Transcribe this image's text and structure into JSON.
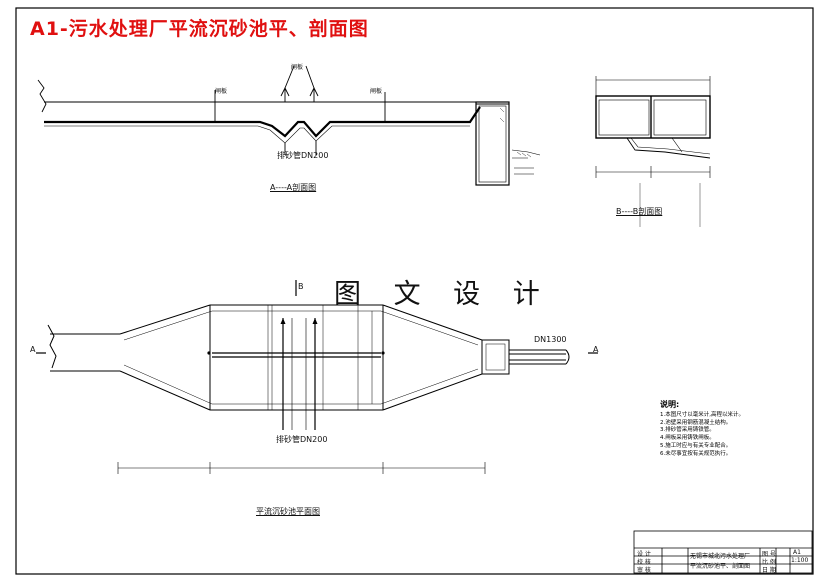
{
  "title": "A1-污水处理厂平流沉砂池平、剖面图",
  "watermark": "图 文 设 计",
  "section_aa": {
    "caption": "A----A剖面图",
    "label_gate_left": "闸板",
    "label_gate_right": "闸板",
    "label_gate_top": "闸板",
    "label_pipe": "排砂管DN200"
  },
  "section_bb": {
    "caption": "B----B剖面图"
  },
  "plan": {
    "caption": "平流沉砂池平面图",
    "section_mark_a": "A",
    "section_mark_b": "B",
    "label_outlet": "DN1300",
    "label_pipe": "排砂管DN200"
  },
  "notes": {
    "heading": "说明:",
    "items": [
      "1.本图尺寸以毫米计,高程以米计。",
      "2.池壁采用钢筋混凝土结构。",
      "3.排砂管采用铸铁管。",
      "4.闸板采用铸铁闸板。",
      "5.施工时应与有关专业配合。",
      "6.未尽事宜按有关规范执行。"
    ]
  },
  "title_block": {
    "project": "无锡市城北污水处理厂",
    "drawing": "平流沉砂池平、剖面图",
    "row_labels": [
      "设 计",
      "校 核",
      "审 核"
    ],
    "scale_label": "比 例",
    "scale": "1:100",
    "sheet_label": "图 号",
    "sheet": "A1",
    "date_label": "日 期"
  },
  "colors": {
    "title": "#e01010",
    "line": "#000000",
    "fill": "#ffffff"
  }
}
